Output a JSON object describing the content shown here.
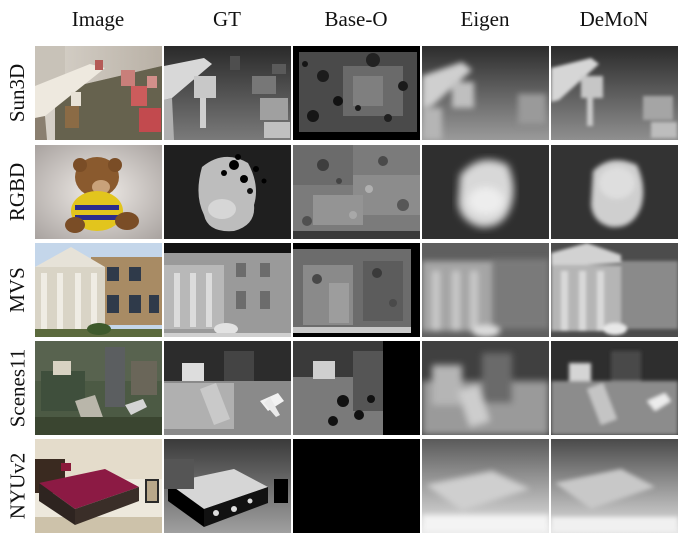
{
  "columns": [
    {
      "key": "image",
      "label": "Image"
    },
    {
      "key": "gt",
      "label": "GT"
    },
    {
      "key": "base_o",
      "label": "Base-O"
    },
    {
      "key": "eigen",
      "label": "Eigen"
    },
    {
      "key": "demon",
      "label": "DeMoN"
    }
  ],
  "rows": [
    {
      "key": "sun3d",
      "label": "Sun3D"
    },
    {
      "key": "rgbd",
      "label": "RGBD"
    },
    {
      "key": "mvs",
      "label": "MVS"
    },
    {
      "key": "scenes11",
      "label": "Scenes11"
    },
    {
      "key": "nyuv2",
      "label": "NYUv2"
    }
  ]
}
